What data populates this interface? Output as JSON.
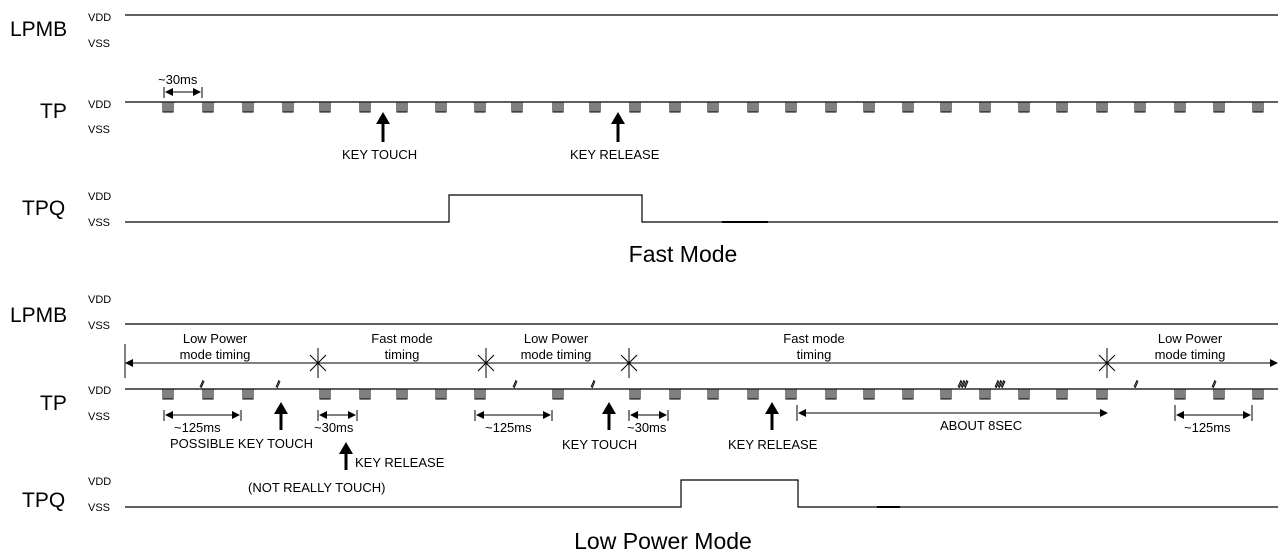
{
  "signals": {
    "lpmb": "LPMB",
    "tp": "TP",
    "tpq": "TPQ",
    "vdd": "VDD",
    "vss": "VSS"
  },
  "fast": {
    "title": "Fast Mode",
    "period_label": "~30ms",
    "key_touch": "KEY TOUCH",
    "key_release": "KEY RELEASE"
  },
  "low": {
    "title": "Low Power Mode",
    "seg_low_power_1": "Low Power",
    "seg_low_power_2": "mode timing",
    "seg_fast_1": "Fast mode",
    "seg_fast_2": "timing",
    "period_125": "~125ms",
    "period_30": "~30ms",
    "about": "ABOUT 8SEC",
    "possible_key_touch": "POSSIBLE KEY TOUCH",
    "key_release": "KEY RELEASE",
    "not_really": "(NOT REALLY TOUCH)",
    "key_touch": "KEY TOUCH",
    "key_release_2": "KEY RELEASE"
  }
}
